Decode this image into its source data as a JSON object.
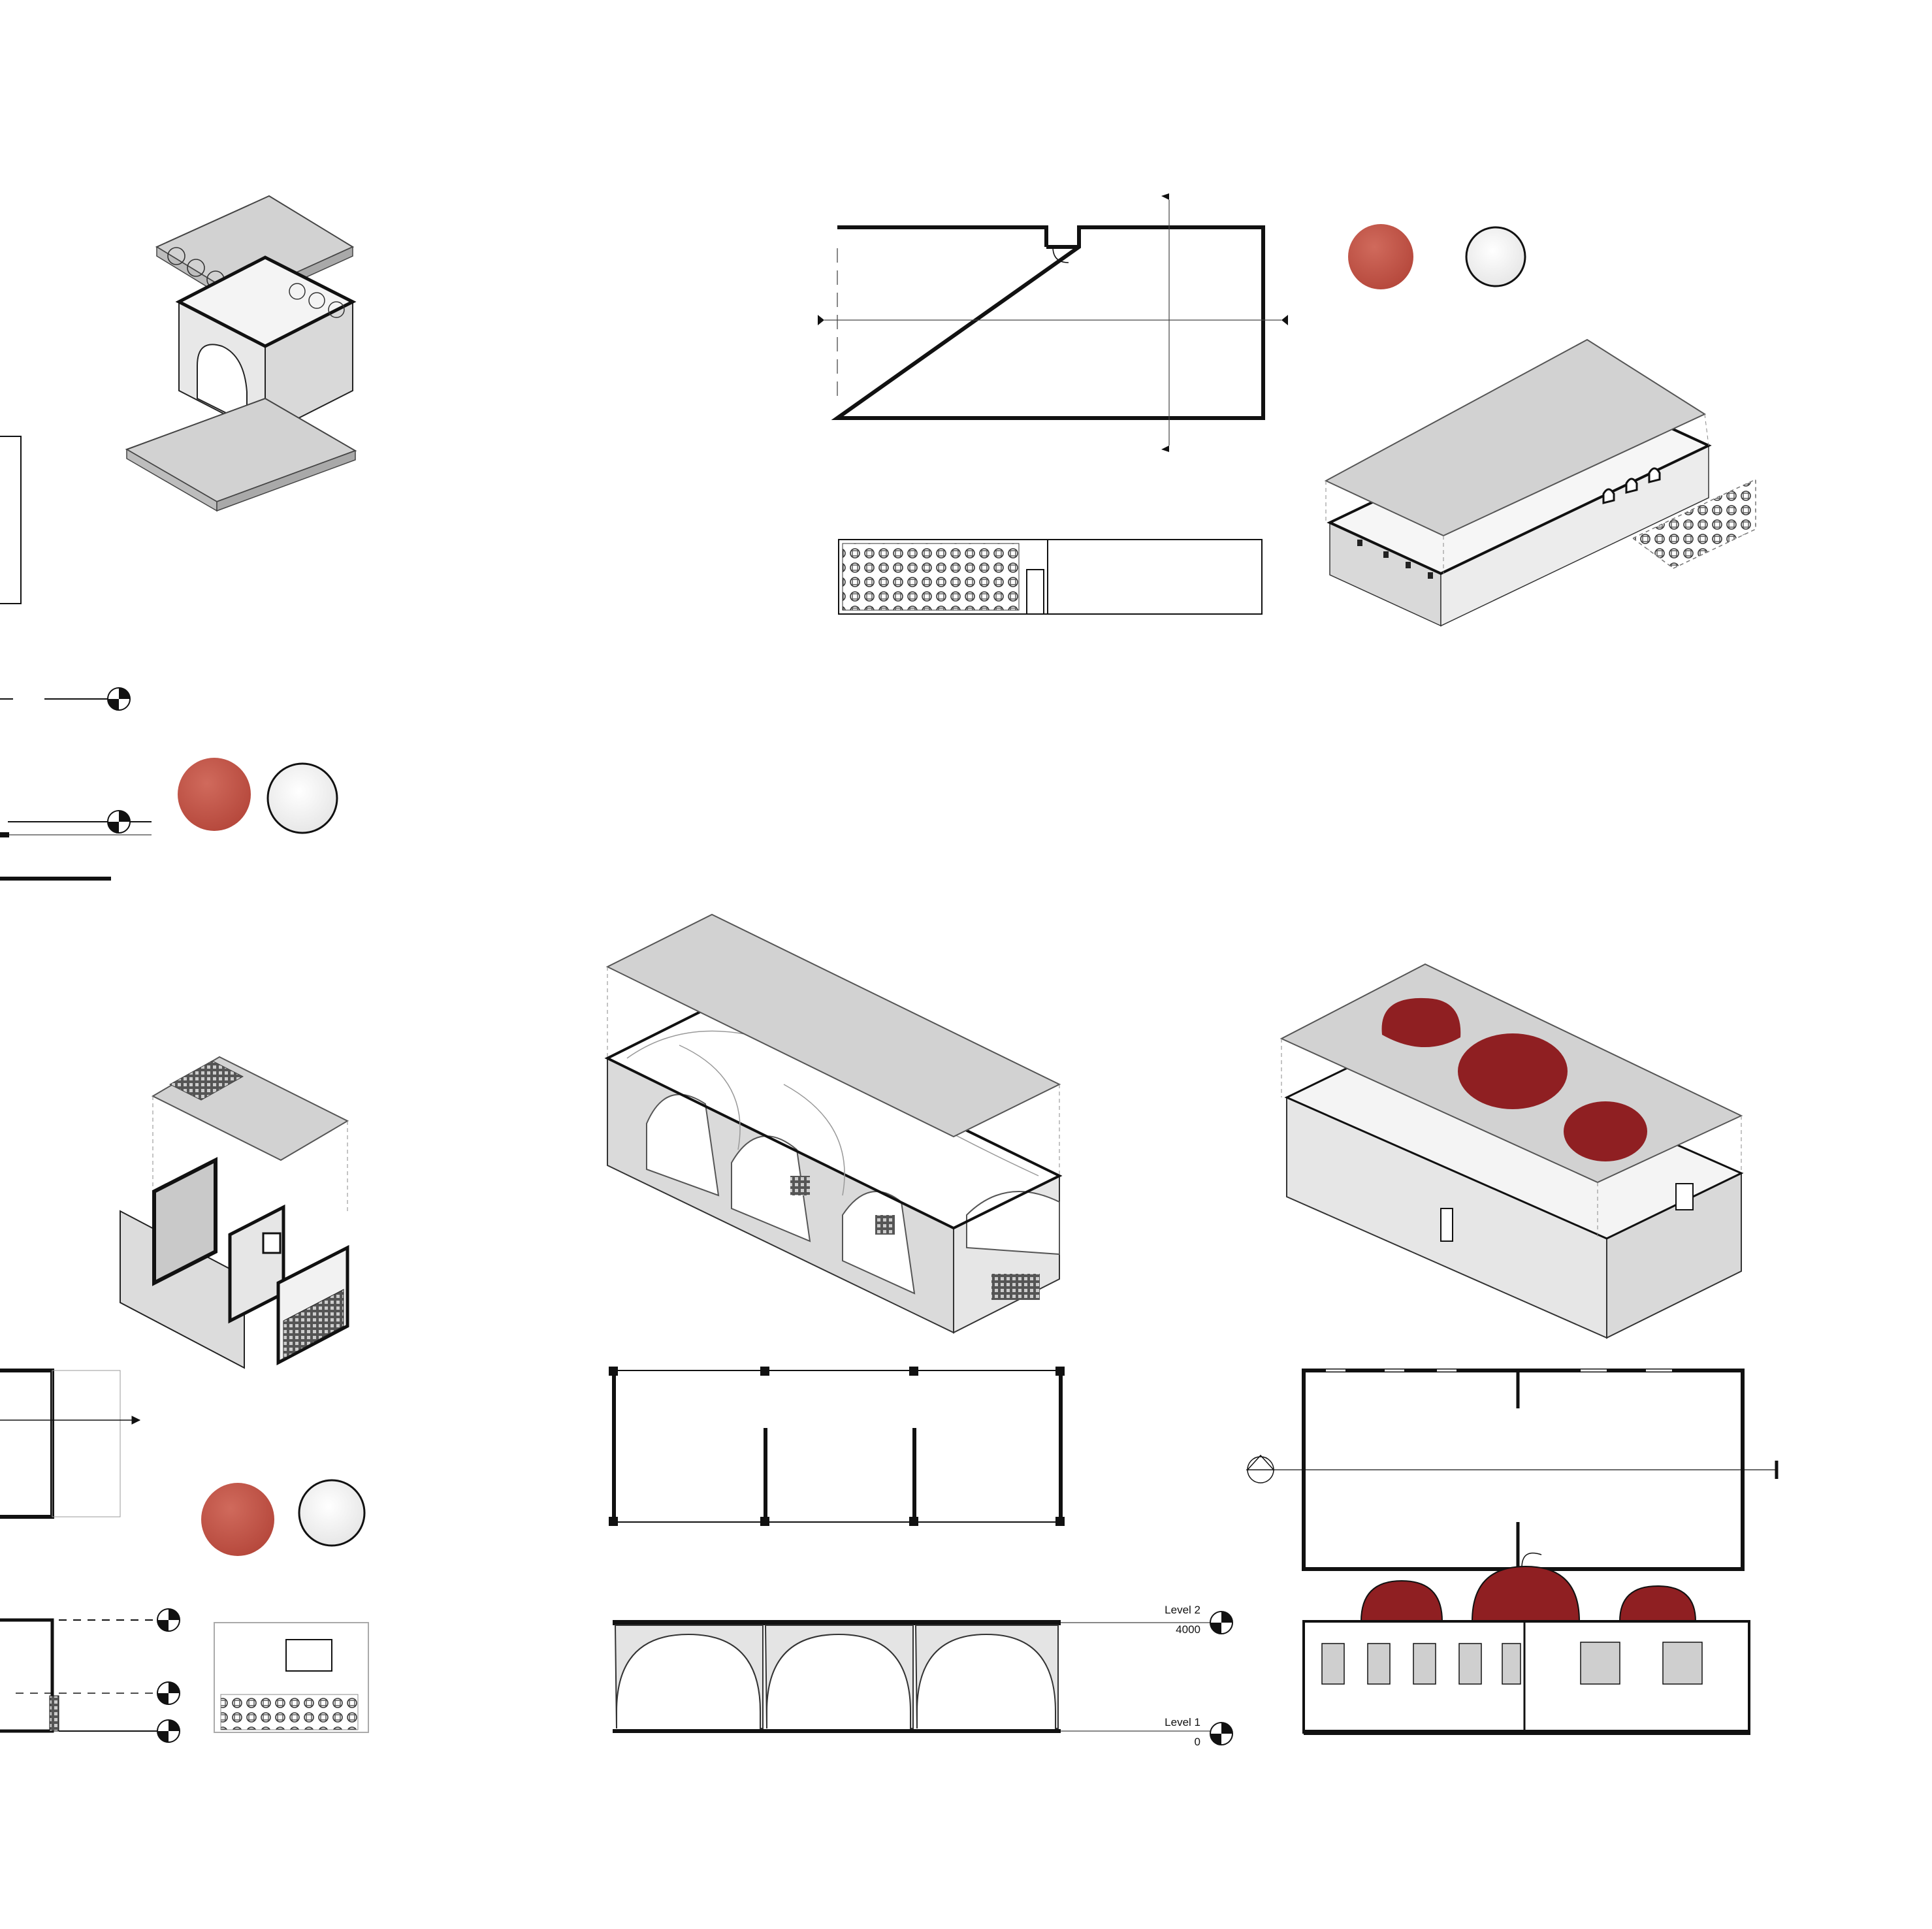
{
  "levels": {
    "level2": {
      "name": "Level 2",
      "elevation": "4000"
    },
    "level1": {
      "name": "Level 1",
      "elevation": "0"
    }
  },
  "colors": {
    "terracotta": "#c4574a",
    "dome_red": "#8f1f22",
    "massing_gray": "#d2d2d2",
    "wall_gray": "#e6e6e6",
    "line": "#111111"
  },
  "icons": [
    "level-marker-icon",
    "section-arrow-icon",
    "terracotta-swatch-icon",
    "marble-swatch-icon"
  ]
}
